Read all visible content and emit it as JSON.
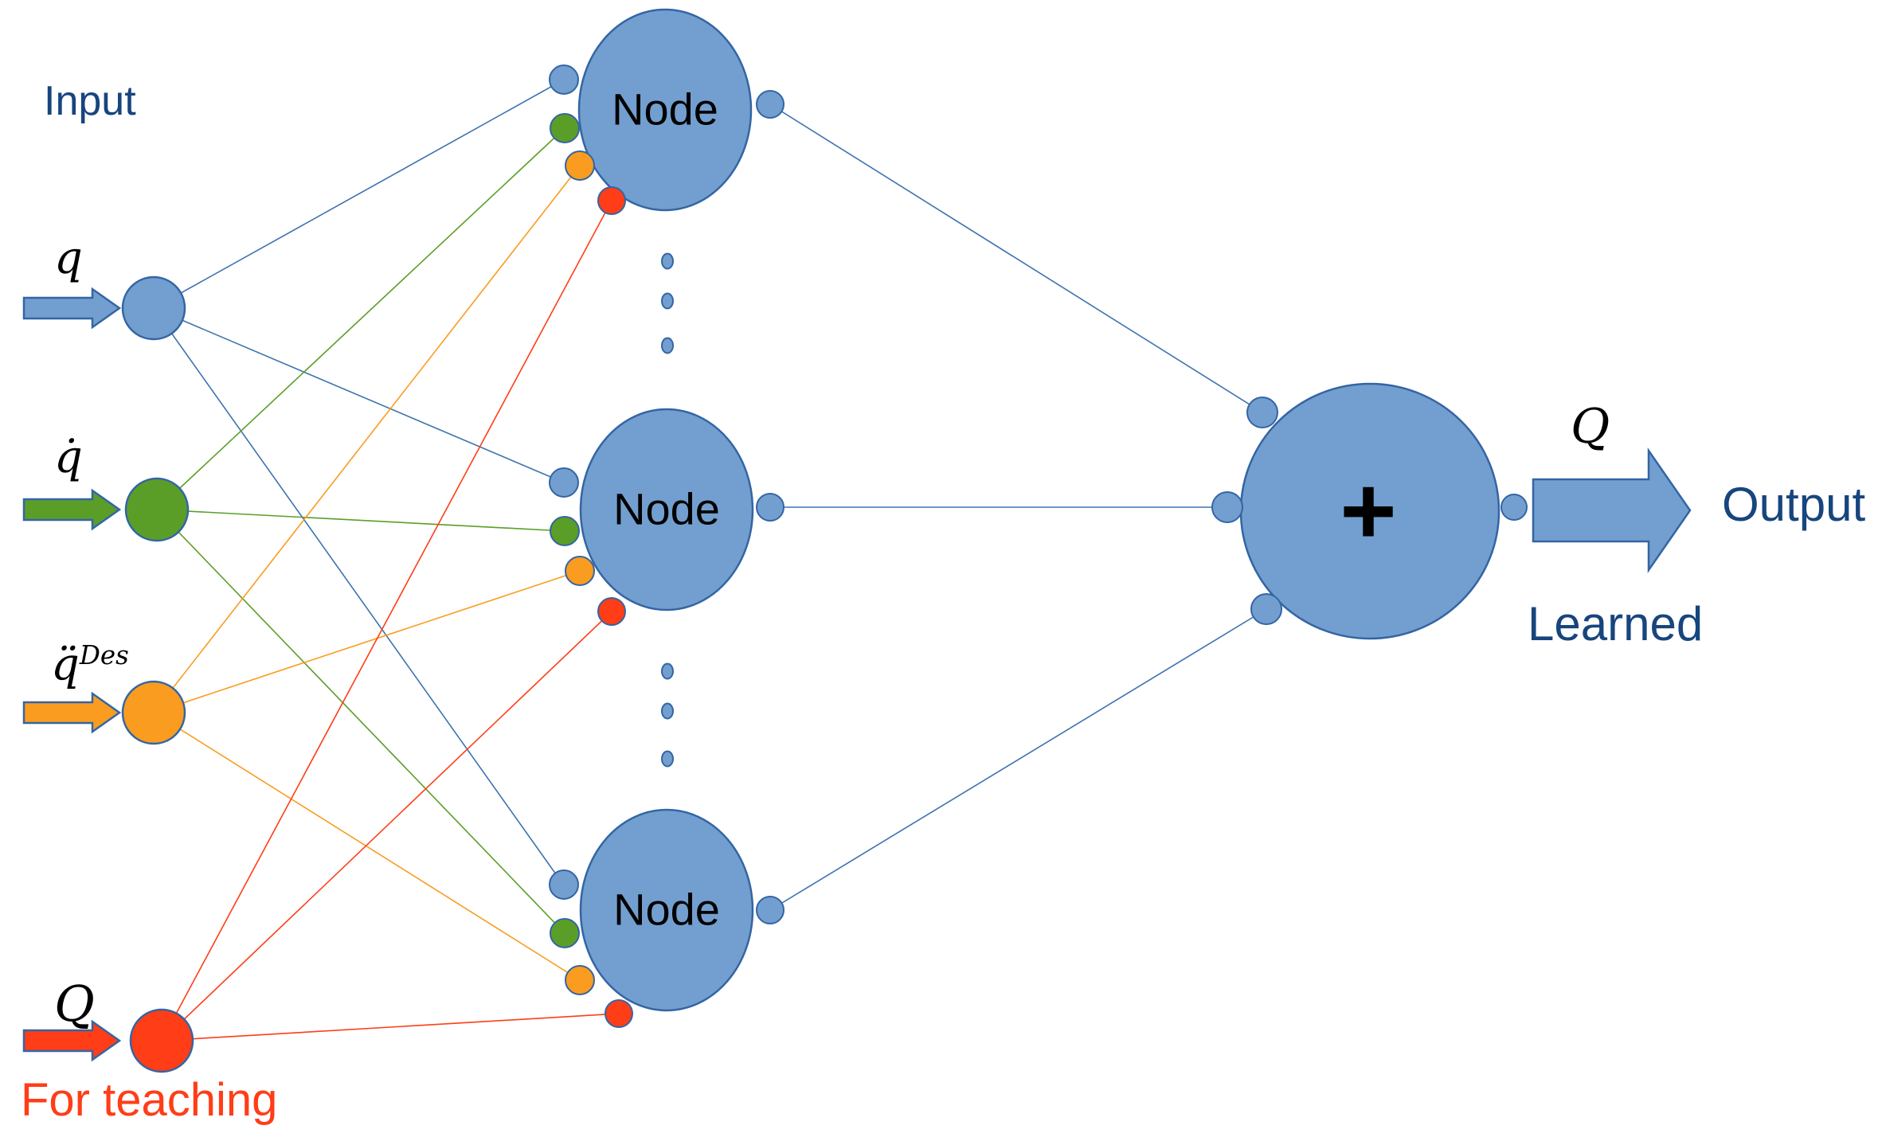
{
  "colors": {
    "blue_fill": "#729FCF",
    "blue_stroke": "#3465A4",
    "line_blue": "#3D73AE",
    "green_fill": "#5A9E28",
    "orange_fill": "#F99C1F",
    "red_fill": "#FF3D17",
    "dark_blue_text": "#17457E",
    "blue_q_text": "#2323D3",
    "red_text": "#FF3D17",
    "node_text": "#000000"
  },
  "labels": {
    "input": "Input",
    "output": "Output",
    "learned": "Learned",
    "for_teaching": "For teaching",
    "plus": "+",
    "output_q": "Q"
  },
  "inputs": [
    {
      "label": "q",
      "color_name": "blue"
    },
    {
      "label": "q̇",
      "color_name": "green"
    },
    {
      "label": "q̈",
      "sup": "Des",
      "color_name": "orange"
    },
    {
      "label": "Q",
      "color_name": "red"
    }
  ],
  "nodes": [
    {
      "label": "Node"
    },
    {
      "label": "Node"
    },
    {
      "label": "Node"
    }
  ]
}
